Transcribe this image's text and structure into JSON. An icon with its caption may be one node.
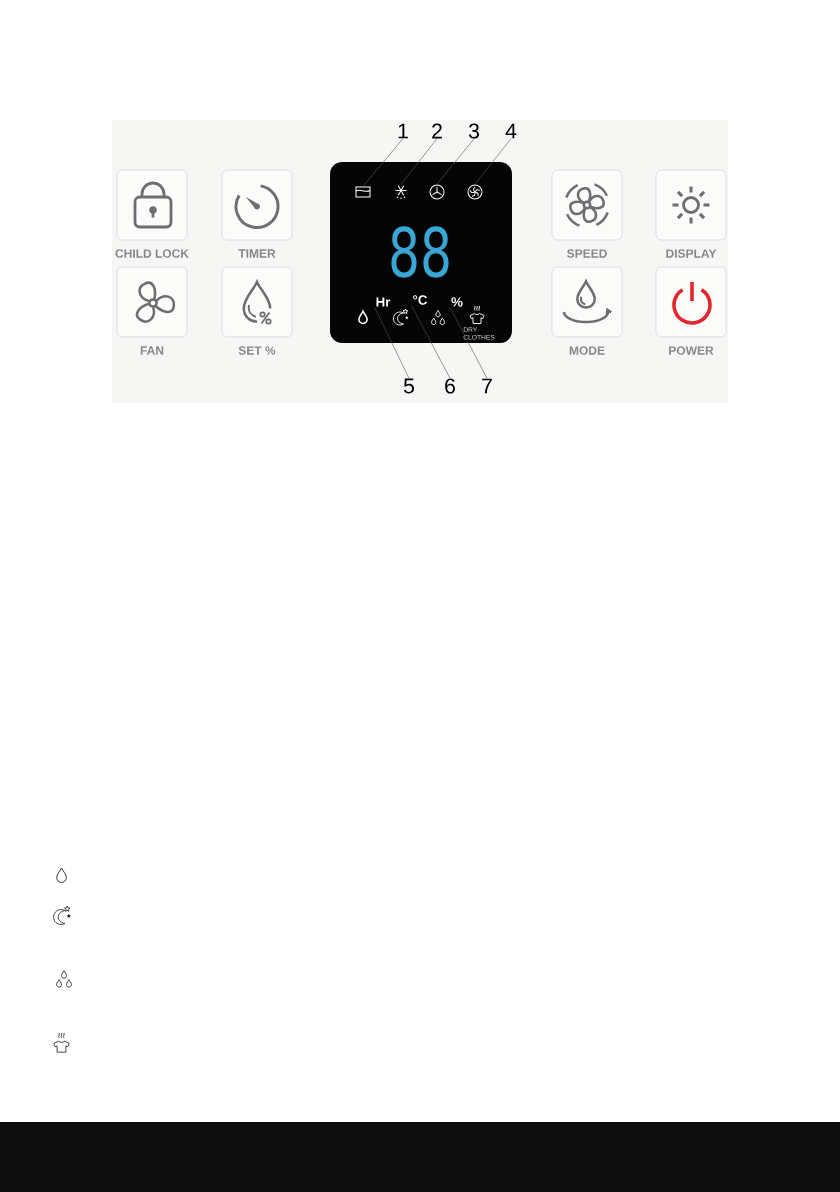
{
  "diagram": {
    "nodes": [
      {
        "text": [
          "1"
        ]
      },
      {
        "text": [
          "2"
        ]
      },
      {
        "text": [
          "3"
        ]
      },
      {
        "text": [
          "4"
        ]
      },
      {
        "text": [
          "CHILD LOCK"
        ]
      },
      {
        "text": [
          "TIMER"
        ]
      },
      {
        "text": [
          "88"
        ]
      },
      {
        "text": [],
        "shape": "picture",
        "in": 6
      },
      {
        "text": [],
        "shape": "picture",
        "in": 6
      },
      {
        "text": [],
        "shape": "picture",
        "in": 6
      },
      {
        "text": [],
        "shape": "picture",
        "in": 6
      },
      {
        "text": [
          "Hr"
        ],
        "in": 6
      },
      {
        "text": [
          "°C"
        ],
        "in": 6
      },
      {
        "text": [
          "%"
        ],
        "in": 6
      },
      {
        "text": [
          "SPEED"
        ]
      },
      {
        "text": [
          "DISPLAY"
        ]
      },
      {
        "text": [
          "FAN"
        ]
      },
      {
        "text": [
          "SET %"
        ]
      },
      {
        "text": [
          "MODE"
        ]
      },
      {
        "text": [
          "POWER"
        ]
      },
      {
        "text": [
          "5"
        ]
      },
      {
        "text": [
          "6"
        ]
      },
      {
        "text": [
          "7"
        ]
      }
    ],
    "edges": [
      {
        "from": 0,
        "to": 7,
        "arrow": "none"
      },
      {
        "from": 1,
        "to": 8,
        "arrow": "none"
      },
      {
        "from": 2,
        "to": 9,
        "arrow": "none"
      },
      {
        "from": 3,
        "to": 10,
        "arrow": "none"
      },
      {
        "from": 20,
        "to": 11,
        "arrow": "none"
      },
      {
        "from": 21,
        "to": 12,
        "arrow": "none"
      },
      {
        "from": 22,
        "to": 13,
        "arrow": "none"
      }
    ],
    "labels": [
      "DRY CLOTHES"
    ]
  }
}
